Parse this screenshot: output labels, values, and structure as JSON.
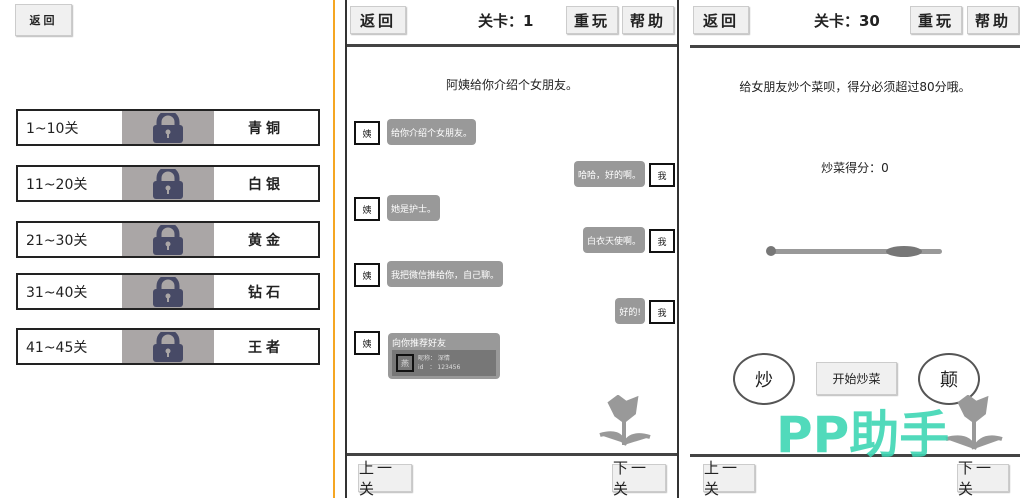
{
  "panel1": {
    "back": "返回",
    "tiers": [
      {
        "range": "1~10关",
        "name": "青铜"
      },
      {
        "range": "11~20关",
        "name": "白银"
      },
      {
        "range": "21~30关",
        "name": "黄金"
      },
      {
        "range": "31~40关",
        "name": "钻石"
      },
      {
        "range": "41~45关",
        "name": "王者"
      }
    ]
  },
  "panel2": {
    "back": "返回",
    "level": "关卡：1",
    "replay": "重玩",
    "help": "帮助",
    "title": "阿姨给你介绍个女朋友。",
    "messages": [
      {
        "side": "left",
        "avatar": "姨",
        "text": "给你介绍个女朋友。"
      },
      {
        "side": "right",
        "avatar": "我",
        "text": "哈哈，好的啊。"
      },
      {
        "side": "left",
        "avatar": "姨",
        "text": "她是护士。"
      },
      {
        "side": "right",
        "avatar": "我",
        "text": "白衣天使啊。"
      },
      {
        "side": "left",
        "avatar": "姨",
        "text": "我把微信推给你，自己聊。"
      },
      {
        "side": "right",
        "avatar": "我",
        "text": "好的!"
      }
    ],
    "card": {
      "avatar": "姨",
      "title": "向你推荐好友",
      "card_avatar": "燕",
      "nickname": "昵称： 深情",
      "id": "id　：  123456"
    },
    "prev": "上一关",
    "next": "下一关"
  },
  "panel3": {
    "back": "返回",
    "level": "关卡：30",
    "replay": "重玩",
    "help": "帮助",
    "title": "给女朋友炒个菜呗，得分必须超过80分哦。",
    "score": "炒菜得分：0",
    "stir": "炒",
    "start": "开始炒菜",
    "flip": "颠",
    "prev": "上一关",
    "next": "下一关",
    "slider_value": 0.78
  },
  "watermark": "PP助手",
  "colors": {
    "lock": "#474a66",
    "watermark": "#3fd6b4",
    "divider": "#f5a623"
  }
}
